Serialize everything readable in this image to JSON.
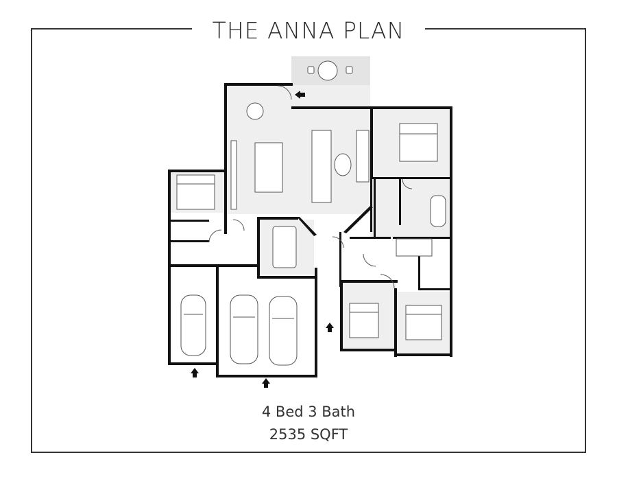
{
  "title": "THE ANNA PLAN",
  "beds_baths": "4 Bed 3 Bath",
  "sqft": "2535 SQFT",
  "colors": {
    "wall": "#111111",
    "floor": "#efefef",
    "patio": "#e4e4e4",
    "border": "#333333"
  },
  "icons": [
    "entry-arrow-icon",
    "garage-arrow-icon",
    "bed-icon",
    "car-icon",
    "sofa-icon",
    "dining-table-icon",
    "bathtub-icon"
  ]
}
